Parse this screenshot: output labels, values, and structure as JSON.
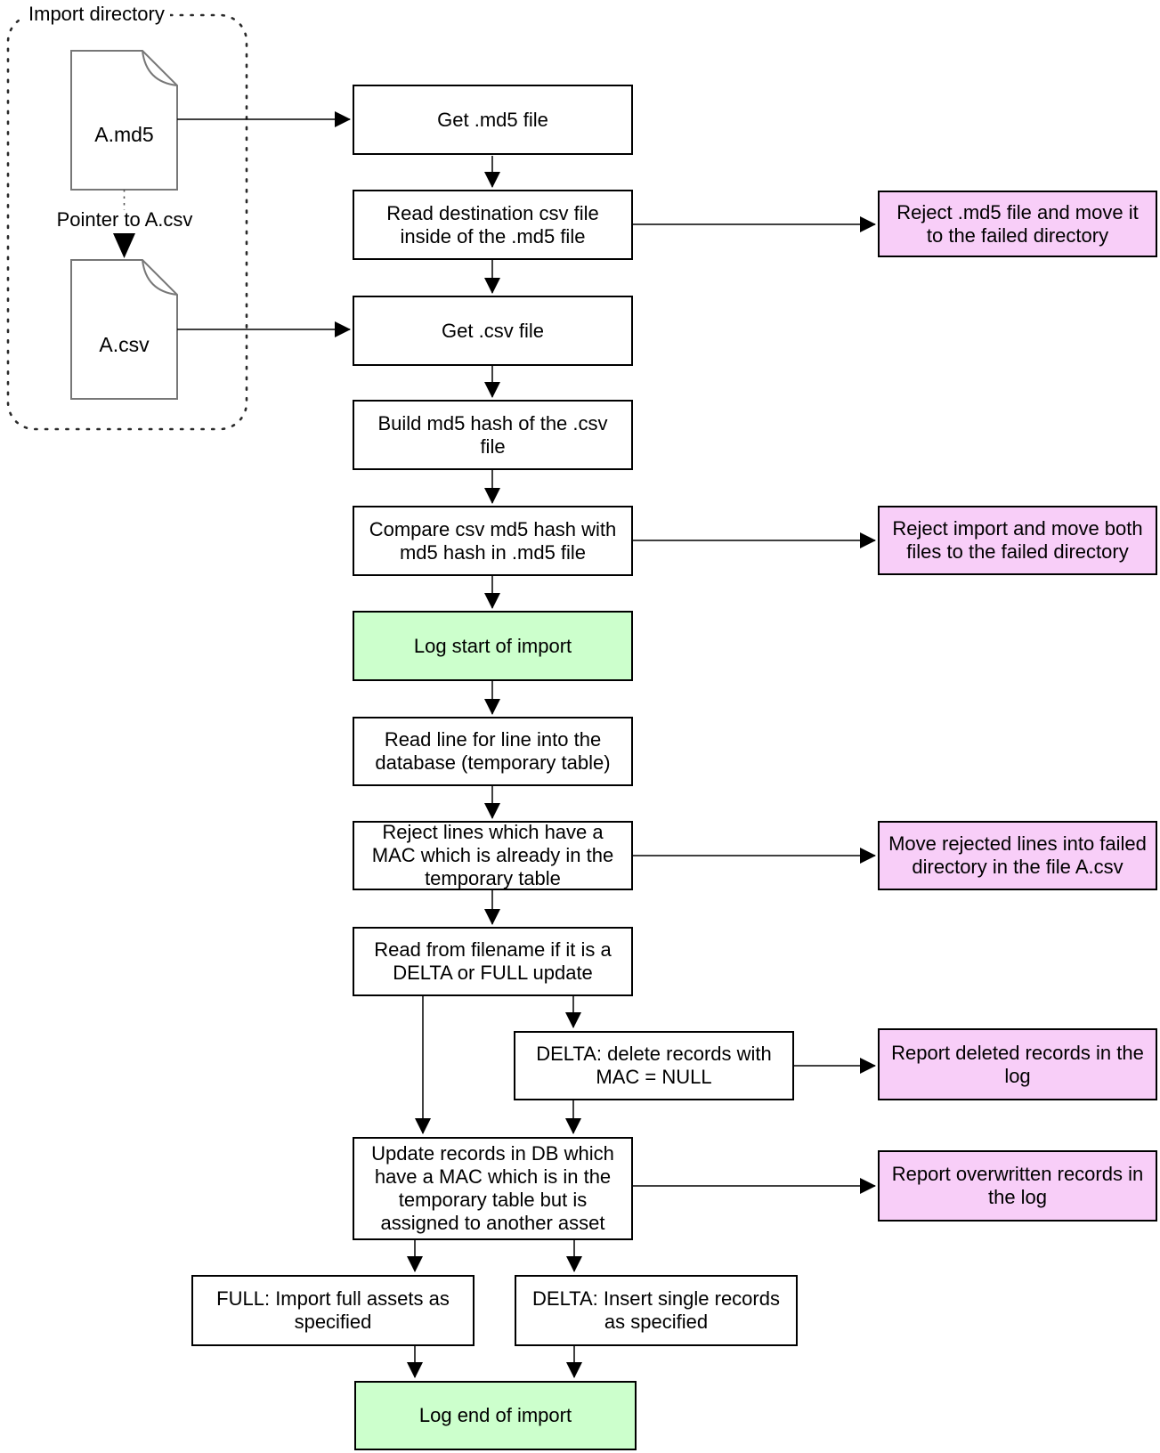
{
  "import_directory": {
    "label": "Import directory",
    "files": {
      "md5": {
        "label": "A.md5"
      },
      "csv": {
        "label": "A.csv"
      }
    },
    "pointer_label": "Pointer to A.csv"
  },
  "nodes": {
    "get_md5": {
      "label": "Get .md5 file",
      "type": "process"
    },
    "read_destination": {
      "label": "Read destination csv file inside of the .md5 file",
      "type": "process"
    },
    "get_csv": {
      "label": "Get .csv file",
      "type": "process"
    },
    "build_hash": {
      "label": "Build md5 hash of the .csv file",
      "type": "process"
    },
    "compare_hash": {
      "label": "Compare csv md5 hash with md5 hash in .md5 file",
      "type": "process"
    },
    "log_start": {
      "label": "Log start of import",
      "type": "log"
    },
    "read_lines": {
      "label": "Read line for line into the database (temporary table)",
      "type": "process"
    },
    "reject_lines": {
      "label": "Reject lines which have a MAC which is already in the temporary table",
      "type": "process"
    },
    "read_filename": {
      "label": "Read from filename if it is a DELTA or FULL update",
      "type": "process"
    },
    "delta_delete": {
      "label": "DELTA: delete records with MAC = NULL",
      "type": "process"
    },
    "update_records": {
      "label": "Update records in DB which have a MAC which is in the temporary table but is assigned to another asset",
      "type": "process"
    },
    "full_import": {
      "label": "FULL: Import full assets as specified",
      "type": "process"
    },
    "delta_insert": {
      "label": "DELTA: Insert single records as specified",
      "type": "process"
    },
    "log_end": {
      "label": "Log end of import",
      "type": "log"
    }
  },
  "error_nodes": {
    "reject_md5": {
      "label": "Reject .md5 file and move it to the failed directory"
    },
    "reject_import": {
      "label": "Reject import and move both files to the failed directory"
    },
    "move_rejected": {
      "label": "Move rejected lines into failed directory in the file A.csv"
    },
    "report_deleted": {
      "label": "Report deleted records in the log"
    },
    "report_overwritten": {
      "label": "Report overwritten records in the log"
    }
  },
  "colors": {
    "process_fill": "#ffffff",
    "log_fill": "#ccffcc",
    "error_fill": "#f8cef8",
    "line": "#000000",
    "file_border": "#808080"
  }
}
